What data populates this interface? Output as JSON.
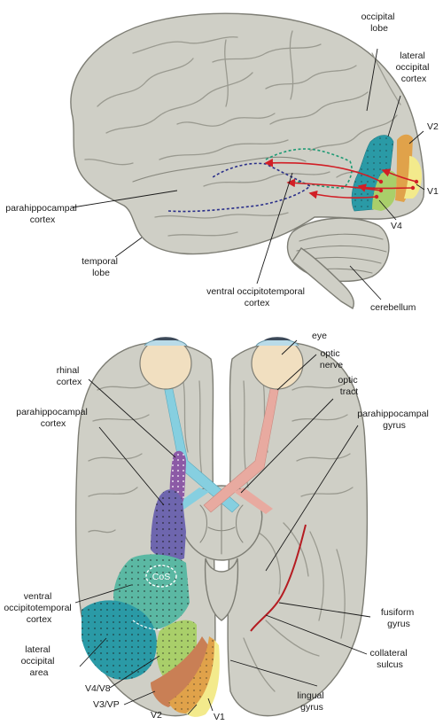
{
  "lateral_view": {
    "labels": {
      "occipital_lobe": [
        "occipital",
        "lobe"
      ],
      "lateral_occipital_cortex": [
        "lateral",
        "occipital",
        "cortex"
      ],
      "v2": "V2",
      "v1": "V1",
      "v4": "V4",
      "parahippocampal_cortex": [
        "parahippocampal",
        "cortex"
      ],
      "temporal_lobe": [
        "temporal",
        "lobe"
      ],
      "ventral_occipitotemporal_cortex": [
        "ventral occipitotemporal",
        "cortex"
      ],
      "cerebellum": "cerebellum"
    }
  },
  "ventral_view": {
    "labels": {
      "eye": "eye",
      "optic_nerve": [
        "optic",
        "nerve"
      ],
      "optic_tract": [
        "optic",
        "tract"
      ],
      "rhinal_cortex": [
        "rhinal",
        "cortex"
      ],
      "parahippocampal_cortex": [
        "parahippocampal",
        "cortex"
      ],
      "parahippocampal_gyrus": [
        "parahippocampal",
        "gyrus"
      ],
      "cos": "CoS",
      "ventral_occipitotemporal_cortex": [
        "ventral",
        "occipitotemporal",
        "cortex"
      ],
      "lateral_occipital_area": [
        "lateral",
        "occipital",
        "area"
      ],
      "v4_v8": "V4/V8",
      "v3_vp": "V3/VP",
      "v2": "V2",
      "v1": "V1",
      "fusiform_gyrus": [
        "fusiform",
        "gyrus"
      ],
      "collateral_sulcus": [
        "collateral",
        "sulcus"
      ],
      "lingual_gyrus": [
        "lingual",
        "gyrus"
      ]
    }
  },
  "colors": {
    "brain": "#cfcfc6",
    "brain_outline": "#7d7d74",
    "v1": "#f3ea8c",
    "v2": "#e0a24a",
    "v3": "#c97f55",
    "v4": "#a9cf6a",
    "lateral_occipital": "#2a9aa6",
    "ventral_occipitotemporal": "#5bb8a3",
    "parahippocampal": "#6e66ae",
    "rhinal": "#8c5aa6",
    "optic_nerve": "#86cfe0",
    "optic_tract": "#e8aaa0",
    "ventral_pathway_arrows": "#d11f26",
    "dashed_path_blue": "#2a2f8a",
    "dashed_path_green": "#1f9a74",
    "collateral_sulcus_line": "#b51c22"
  }
}
